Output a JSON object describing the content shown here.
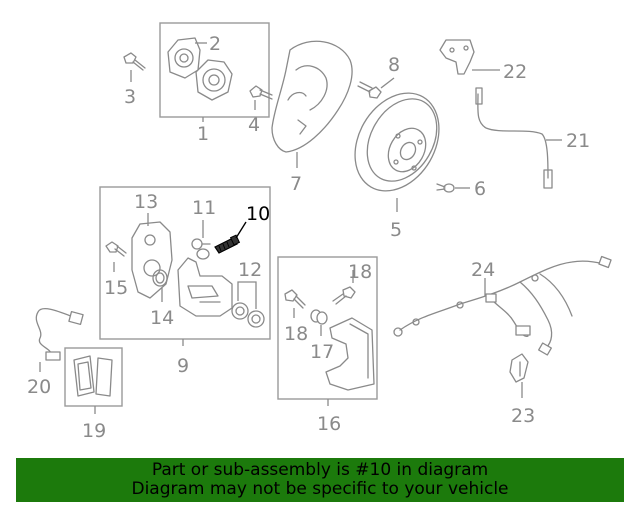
{
  "callouts": {
    "c1": "1",
    "c2": "2",
    "c3": "3",
    "c4": "4",
    "c5": "5",
    "c6": "6",
    "c7": "7",
    "c8": "8",
    "c9": "9",
    "c10": "10",
    "c11": "11",
    "c12": "12",
    "c13": "13",
    "c14": "14",
    "c15": "15",
    "c16": "16",
    "c17": "17",
    "c18a": "18",
    "c18b": "18",
    "c19": "19",
    "c20": "20",
    "c21": "21",
    "c22": "22",
    "c23": "23",
    "c24": "24"
  },
  "highlighted_part": "10",
  "banner": {
    "line1": "Part or sub-assembly is #10 in diagram",
    "line2": "Diagram may not be specific to your vehicle",
    "color": "#1c7a0c"
  }
}
